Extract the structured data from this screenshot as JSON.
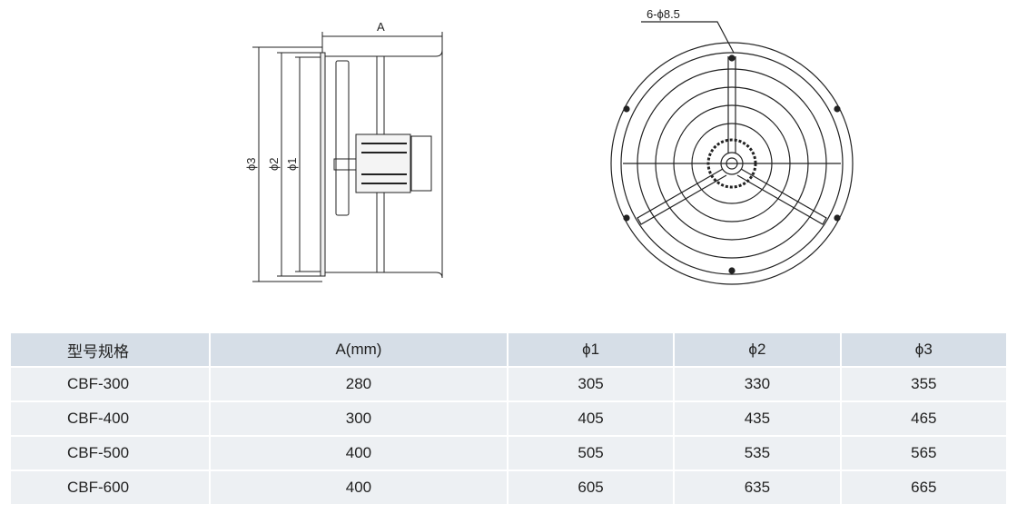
{
  "drawing": {
    "dim_a": "A",
    "dim_phi3": "ϕ3",
    "dim_phi2": "ϕ2",
    "dim_phi1": "ϕ1",
    "hole_spec": "6-ϕ8.5"
  },
  "table": {
    "headers": [
      "型号规格",
      "A(mm)",
      "ϕ1",
      "ϕ2",
      "ϕ3"
    ],
    "rows": [
      [
        "CBF-300",
        "280",
        "305",
        "330",
        "355"
      ],
      [
        "CBF-400",
        "300",
        "405",
        "435",
        "465"
      ],
      [
        "CBF-500",
        "400",
        "505",
        "535",
        "565"
      ],
      [
        "CBF-600",
        "400",
        "605",
        "635",
        "665"
      ]
    ]
  },
  "colors": {
    "header_bg": "#d6dee7",
    "row_bg": "#edf0f3",
    "line": "#222222"
  }
}
